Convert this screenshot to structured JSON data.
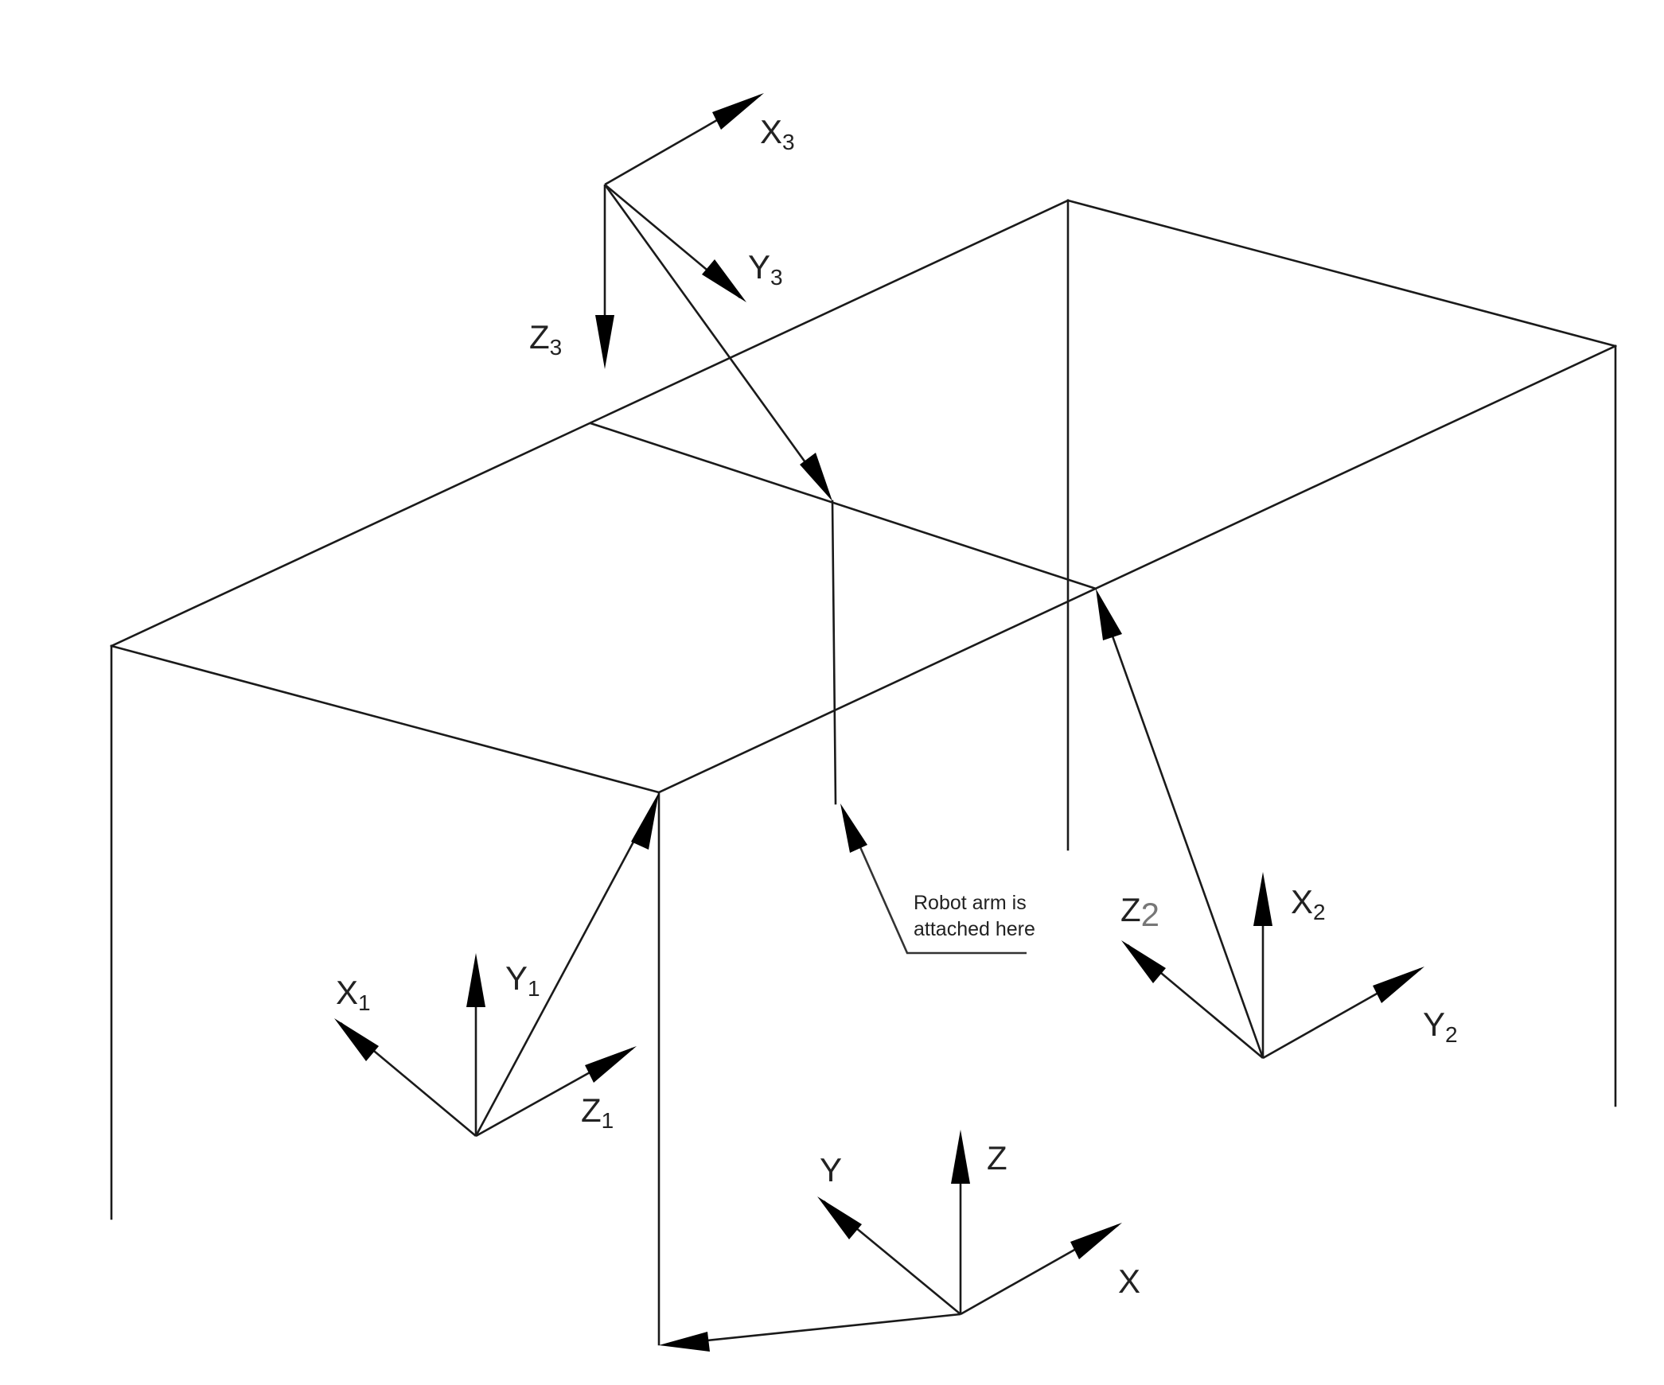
{
  "axes": {
    "world": {
      "x": "X",
      "y": "Y",
      "z": "Z"
    },
    "frame1": {
      "x": "X",
      "y": "Y",
      "z": "Z",
      "subscript": "1"
    },
    "frame2": {
      "x": "X",
      "y": "Y",
      "z": "Z",
      "subscript": "2"
    },
    "frame3": {
      "x": "X",
      "y": "Y",
      "z": "Z",
      "subscript": "3"
    }
  },
  "annotation": {
    "line1": "Robot arm is",
    "line2": "attached here"
  },
  "colors": {
    "stroke": "#1a1a1a",
    "arrowhead": "#000000",
    "z2_subscript": "#777777"
  }
}
